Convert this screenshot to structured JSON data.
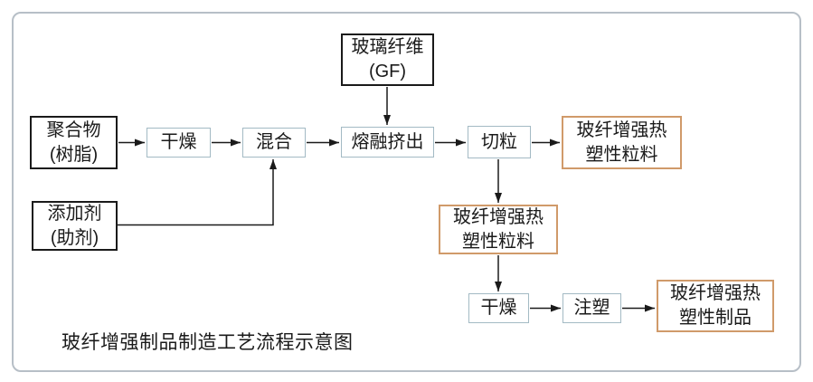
{
  "caption": "玻纤增强制品制造工艺流程示意图",
  "colors": {
    "material_border": "#1a1a1a",
    "process_border": "#a3bac4",
    "product_border": "#d09a6a",
    "frame_border": "#b7bfc7",
    "arrow": "#1a1a1a",
    "text": "#1a1a1a",
    "background": "#ffffff"
  },
  "nodes": {
    "glass_fiber": {
      "label": "玻璃纤维\n(GF)",
      "type": "material"
    },
    "polymer": {
      "label": "聚合物\n(树脂)",
      "type": "material"
    },
    "additive": {
      "label": "添加剂\n(助剂)",
      "type": "material"
    },
    "dry1": {
      "label": "干燥",
      "type": "process"
    },
    "mix": {
      "label": "混合",
      "type": "process"
    },
    "melt_extrude": {
      "label": "熔融挤出",
      "type": "process"
    },
    "pelletize": {
      "label": "切粒",
      "type": "process"
    },
    "pellets1": {
      "label": "玻纤增强热\n塑性粒料",
      "type": "product"
    },
    "pellets2": {
      "label": "玻纤增强热\n塑性粒料",
      "type": "product"
    },
    "dry2": {
      "label": "干燥",
      "type": "process"
    },
    "inject": {
      "label": "注塑",
      "type": "process"
    },
    "product": {
      "label": "玻纤增强热\n塑性制品",
      "type": "product"
    }
  },
  "edges": [
    "polymer→dry1",
    "dry1→mix",
    "mix→melt_extrude",
    "glass_fiber→melt_extrude",
    "additive→mix",
    "melt_extrude→pelletize",
    "pelletize→pellets1",
    "pelletize→pellets2",
    "pellets2→dry2",
    "dry2→inject",
    "inject→product"
  ]
}
